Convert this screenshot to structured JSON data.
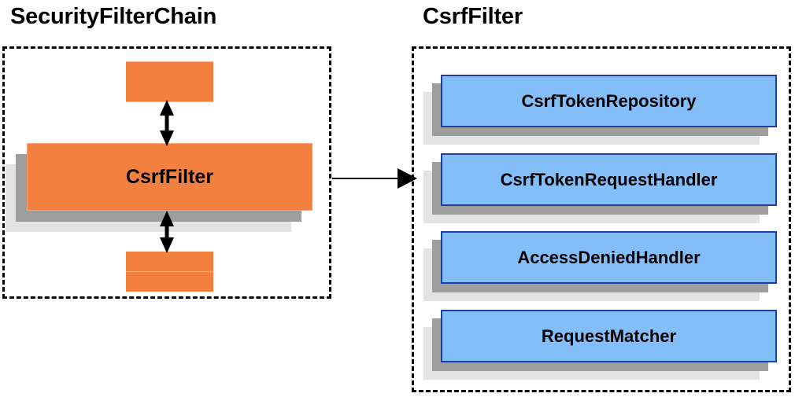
{
  "diagram": {
    "type": "component-relationship-diagram",
    "background_color": "#ffffff",
    "panels": [
      {
        "id": "security-filter-chain",
        "title": "SecurityFilterChain",
        "border_style": "dashed",
        "border_color": "#000000",
        "nodes": [
          {
            "id": "filter-stub-top-1",
            "label": "",
            "shape": "bar",
            "color": "#f4803f"
          },
          {
            "id": "filter-stub-top-2",
            "label": "",
            "shape": "bar",
            "color": "#f4803f"
          },
          {
            "id": "csrf-filter",
            "label": "CsrfFilter",
            "shape": "box3d",
            "color": "#f4803f"
          },
          {
            "id": "filter-stub-bottom-1",
            "label": "",
            "shape": "bar",
            "color": "#f4803f"
          },
          {
            "id": "filter-stub-bottom-2",
            "label": "",
            "shape": "bar",
            "color": "#f4803f"
          }
        ]
      },
      {
        "id": "csrf-filter-detail",
        "title": "CsrfFilter",
        "border_style": "dashed",
        "border_color": "#000000",
        "nodes": [
          {
            "id": "csrf-token-repository",
            "label": "CsrfTokenRepository",
            "shape": "box3d",
            "color": "#84bef8"
          },
          {
            "id": "csrf-token-request-handler",
            "label": "CsrfTokenRequestHandler",
            "shape": "box3d",
            "color": "#84bef8"
          },
          {
            "id": "access-denied-handler",
            "label": "AccessDeniedHandler",
            "shape": "box3d",
            "color": "#84bef8"
          },
          {
            "id": "request-matcher",
            "label": "RequestMatcher",
            "shape": "box3d",
            "color": "#84bef8"
          }
        ]
      }
    ],
    "connectors": [
      {
        "id": "csrf-filter-to-upstream",
        "from": "csrf-filter",
        "to": "filter-stub-top-2",
        "style": "double-arrow-vertical"
      },
      {
        "id": "csrf-filter-to-downstream",
        "from": "csrf-filter",
        "to": "filter-stub-bottom-1",
        "style": "double-arrow-vertical"
      },
      {
        "id": "chain-to-detail",
        "from": "security-filter-chain",
        "to": "csrf-filter-detail",
        "style": "single-arrow-horizontal"
      }
    ],
    "colors": {
      "orange_fill": "#f4803f",
      "orange_highlight": "#f8ae88",
      "blue_fill": "#84bef8",
      "blue_border": "#1f3fa0",
      "shadow_near": "#9e9e9e",
      "shadow_far": "#e3e3e3",
      "line": "#000000"
    }
  }
}
